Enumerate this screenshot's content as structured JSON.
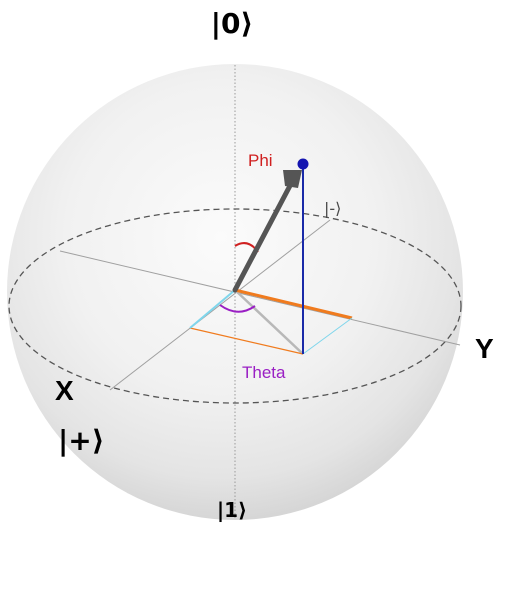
{
  "labels": {
    "ket_zero": "|0⟩",
    "ket_one": "|1⟩",
    "ket_minus": "|-⟩",
    "ket_plus": "|+⟩",
    "axis_x": "X",
    "axis_y": "Y",
    "phi": "Phi",
    "theta": "Theta"
  },
  "colors": {
    "phi": "#d02020",
    "theta": "#9a1fc4",
    "state_vector": "#555555",
    "state_point": "#1515b0",
    "z_projection": "#1a2aa8",
    "y_component": "#f07b1e",
    "x_component": "#7fd6ec"
  }
}
